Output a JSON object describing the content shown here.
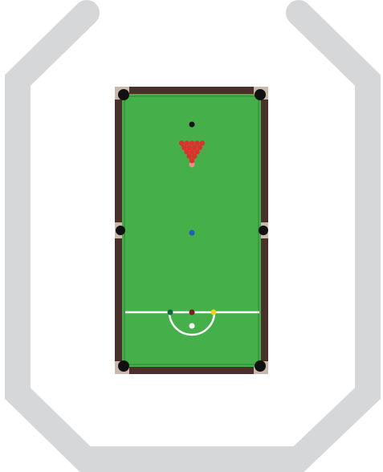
{
  "scene": {
    "type": "snooker-table-top-view",
    "colors": {
      "background": "#ffffff",
      "surround": "#d6d7d9",
      "cushion": "#4a302a",
      "cushion_edge": "#3a2520",
      "corner_caps": "#c9b8ae",
      "cloth": "#45b04a",
      "cloth_border": "#3b9a40",
      "pocket": "#111111",
      "baulk_line": "#ffffff",
      "red": "#d9342b",
      "pink": "#f08c8c",
      "black": "#111111",
      "blue": "#1f5fbf",
      "brown": "#7a1e22",
      "green": "#0f6a33",
      "yellow": "#f2d21b",
      "cue": "#ffffff"
    },
    "balls": {
      "reds": 15,
      "colours": [
        "black",
        "pink",
        "blue",
        "brown",
        "green",
        "yellow"
      ],
      "cue": "white"
    },
    "pockets": 6,
    "markings": [
      "baulk-line",
      "D"
    ]
  }
}
